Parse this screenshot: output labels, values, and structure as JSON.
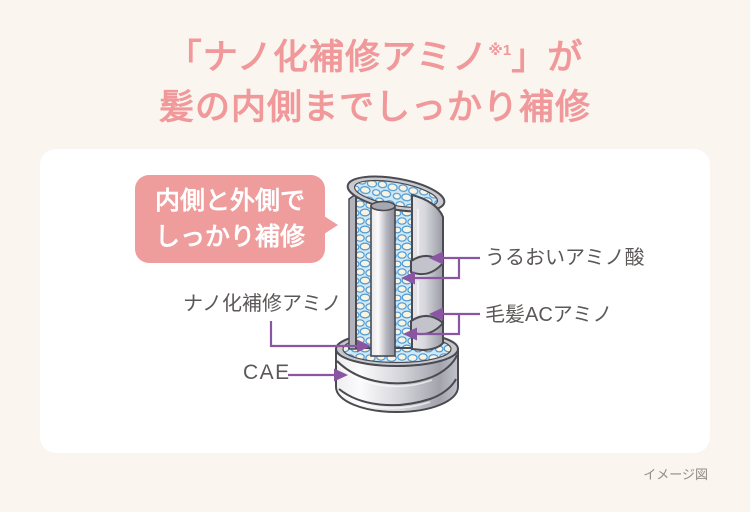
{
  "title": {
    "line1_pre": "「ナノ化補修アミノ",
    "line1_sup": "※1",
    "line1_post": "」が",
    "line2": "髪の内側までしっかり補修"
  },
  "callout": {
    "line1": "内側と外側で",
    "line2": "しっかり補修"
  },
  "diagram": {
    "labels": {
      "moisture": "うるおいアミノ酸",
      "ac_amino": "毛髪ACアミノ",
      "nano_amino": "ナノ化補修アミノ",
      "cae": "CAE"
    },
    "note": "イメージ図"
  },
  "colors": {
    "background": "#faf5ef",
    "card": "#ffffff",
    "title_pink": "#f0989a",
    "callout_pink": "#ee9c9c",
    "label_gray": "#5b5857",
    "connector_purple": "#8a56a2",
    "cortex_blue": "#4e9ad2",
    "cortex_cream": "#f9f3e1"
  }
}
